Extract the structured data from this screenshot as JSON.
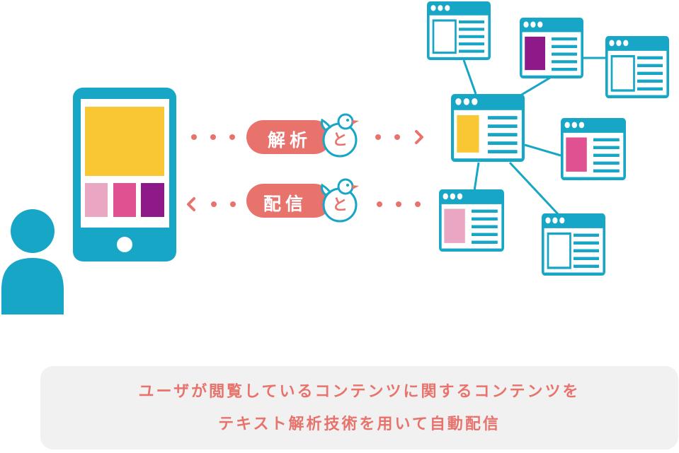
{
  "labels": {
    "analyze": "解析",
    "deliver": "配信",
    "bubble_char": "と"
  },
  "caption": {
    "line1": "ユーザが閲覧しているコンテンツに関するコンテンツを",
    "line2": "テキスト解析技術を用いて自動配信"
  },
  "icons": [
    "user-icon",
    "smartphone-icon",
    "bird-mascot-icon",
    "webpage-window-icon"
  ],
  "colors": {
    "teal": "#18a6c7",
    "coral": "#e8736d",
    "yellow": "#f8c733",
    "pink_light": "#eaa7c3",
    "pink": "#df5190",
    "purple": "#8d1a88",
    "caption_bg": "#f1f1f1"
  }
}
